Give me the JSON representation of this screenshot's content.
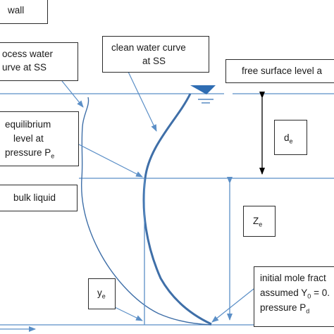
{
  "labels": {
    "wall": "wall",
    "process_line1": "ocess water",
    "process_line2": "urve at SS",
    "clean_line1": "clean water curve",
    "clean_line2": "at SS",
    "free_surface": "free surface level a",
    "equilibrium_line1": "equilibrium",
    "equilibrium_line2": "level at",
    "equilibrium_line3": "pressure P",
    "equilibrium_sub": "e",
    "d_main": "d",
    "d_sub": "e",
    "bulk": "bulk liquid",
    "z_main": "Z",
    "z_sub": "e",
    "y_main": "y",
    "y_sub": "e",
    "initial_line1": "initial mole fract",
    "initial_line2_a": "assumed Y",
    "initial_line2_sub": "0",
    "initial_line2_b": " = 0.",
    "initial_line3": "pressure P",
    "initial_sub": "d"
  },
  "colors": {
    "line": "#5b8fc7",
    "curve": "#3f6fa8",
    "surface_marker": "#2f6db3",
    "dim_arrow": "#000000",
    "box_border": "#2b2b2b"
  }
}
